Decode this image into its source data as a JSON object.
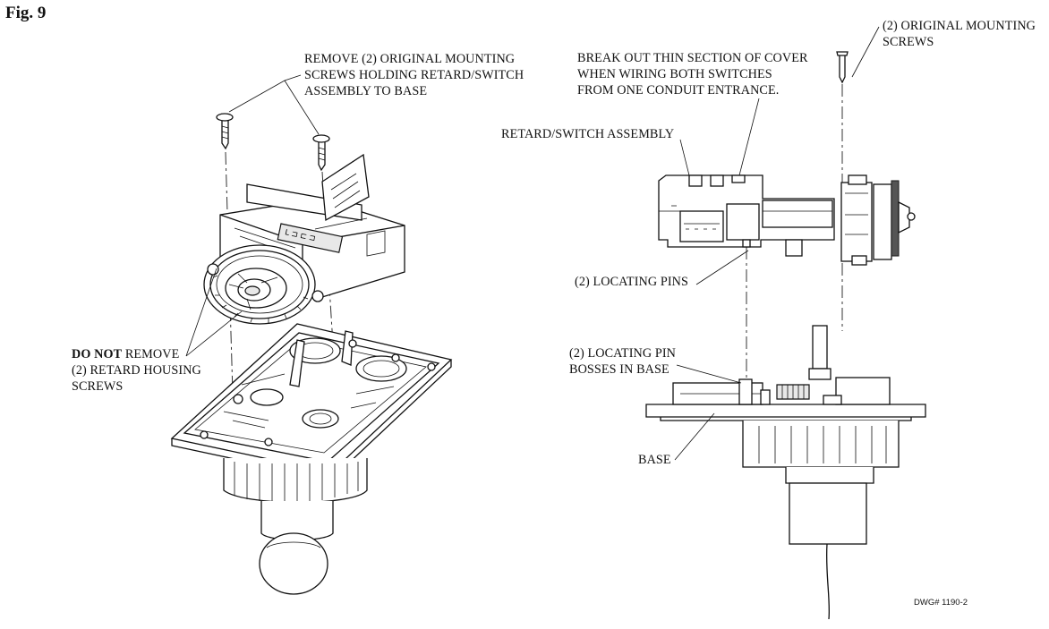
{
  "figure": {
    "title": "Fig. 9",
    "drawing_number": "DWG# 1190-2"
  },
  "labels": {
    "remove_original_screws_left": [
      "REMOVE (2) ORIGINAL MOUNTING",
      "SCREWS HOLDING RETARD/SWITCH",
      "ASSEMBLY TO BASE"
    ],
    "do_not_remove_bold": "DO NOT",
    "do_not_remove_rest": " REMOVE",
    "retard_housing_screws": [
      "(2) RETARD HOUSING",
      "SCREWS"
    ],
    "break_out_cover": [
      "BREAK OUT THIN SECTION OF COVER",
      "WHEN  WIRING  BOTH  SWITCHES",
      "FROM ONE CONDUIT ENTRANCE."
    ],
    "original_mounting_screws_right": [
      "(2) ORIGINAL MOUNTING",
      "SCREWS"
    ],
    "retard_switch_assembly": "RETARD/SWITCH ASSEMBLY",
    "locating_pins": "(2) LOCATING PINS",
    "locating_pin_bosses": [
      "(2) LOCATING PIN",
      "BOSSES IN BASE"
    ],
    "base": "BASE"
  }
}
